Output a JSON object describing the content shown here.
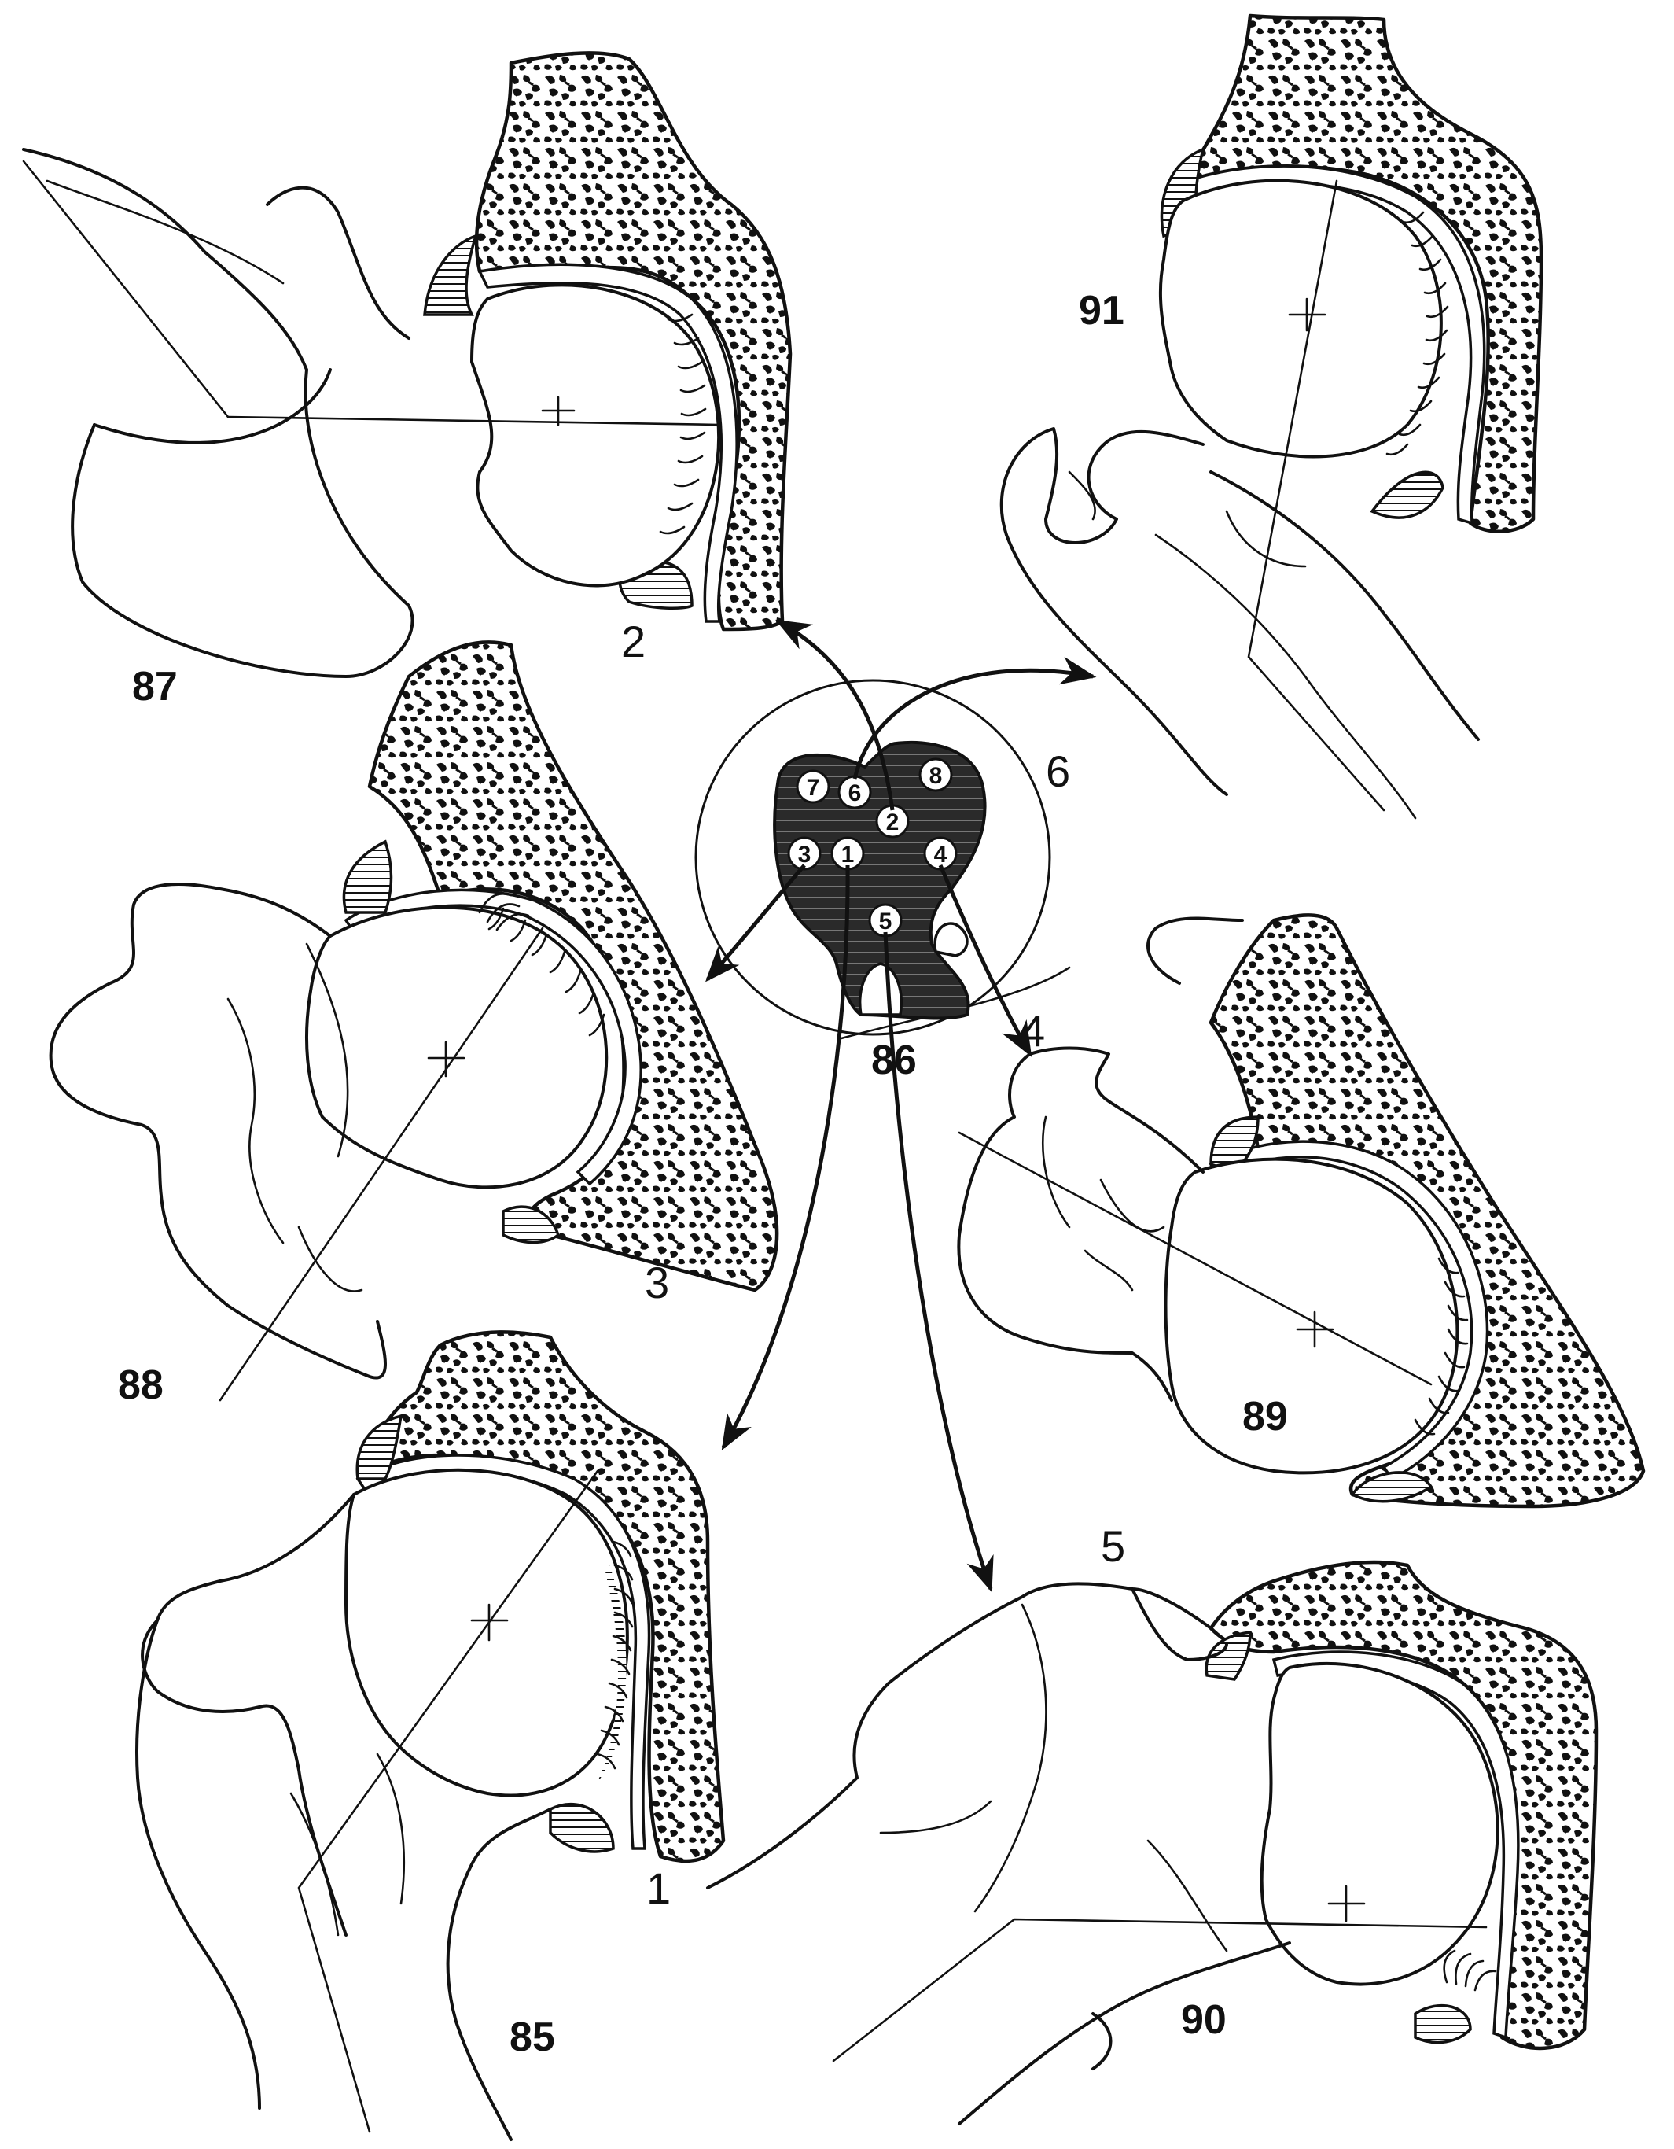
{
  "figures": [
    {
      "id": "fig-85",
      "number": "85",
      "position": "1"
    },
    {
      "id": "fig-86",
      "number": "86",
      "position": ""
    },
    {
      "id": "fig-87",
      "number": "87",
      "position": "2"
    },
    {
      "id": "fig-88",
      "number": "88",
      "position": "3"
    },
    {
      "id": "fig-89",
      "number": "89",
      "position": "4"
    },
    {
      "id": "fig-90",
      "number": "90",
      "position": "5"
    },
    {
      "id": "fig-91",
      "number": "91",
      "position": "6"
    }
  ],
  "center_zones": [
    "1",
    "2",
    "3",
    "4",
    "5",
    "6",
    "7",
    "8"
  ],
  "colors": {
    "ink": "#111111",
    "paper": "#ffffff"
  }
}
